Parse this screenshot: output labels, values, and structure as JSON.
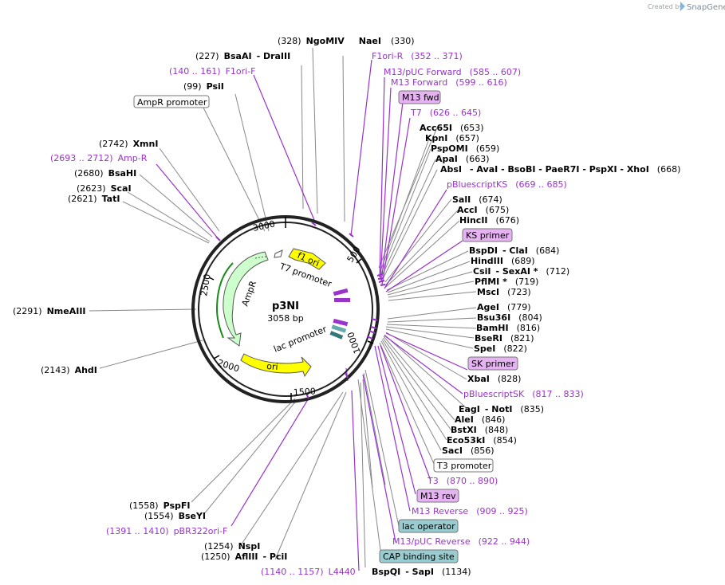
{
  "credit": {
    "prefix": "Created by",
    "brand": "SnapGene"
  },
  "plasmid": {
    "name": "p3NI",
    "size": "3058 bp"
  },
  "ticks": [
    {
      "label": "500"
    },
    {
      "label": "1000"
    },
    {
      "label": "1500"
    },
    {
      "label": "2000"
    },
    {
      "label": "2500"
    },
    {
      "label": "3000"
    }
  ],
  "inner_features": [
    {
      "label": "f1 ori"
    },
    {
      "label": "T7 promoter"
    },
    {
      "label": "AmpR"
    },
    {
      "label": "lac promoter"
    },
    {
      "label": "ori"
    }
  ],
  "labels": [
    {
      "pos": "(328)",
      "name": "NgoMIV",
      "extra": "NaeI",
      "extra_pos": "(330)"
    },
    {
      "pos": "(227)",
      "name": "BsaAI",
      "extra": "- DraIII"
    },
    {
      "range": "(140 .. 161)",
      "name": "F1ori-F"
    },
    {
      "pos": "(99)",
      "name": "PsiI"
    },
    {
      "name": "AmpR promoter"
    },
    {
      "pos": "(2742)",
      "name": "XmnI"
    },
    {
      "range": "(2693 .. 2712)",
      "name": "Amp-R"
    },
    {
      "pos": "(2680)",
      "name": "BsaHI"
    },
    {
      "pos": "(2623)",
      "name": "ScaI"
    },
    {
      "pos": "(2621)",
      "name": "TatI"
    },
    {
      "pos": "(2291)",
      "name": "NmeAIII"
    },
    {
      "pos": "(2143)",
      "name": "AhdI"
    },
    {
      "pos": "(1558)",
      "name": "PspFI"
    },
    {
      "pos": "(1554)",
      "name": "BseYI"
    },
    {
      "range": "(1391 .. 1410)",
      "name": "pBR322ori-F"
    },
    {
      "pos": "(1254)",
      "name": "NspI"
    },
    {
      "pos": "(1250)",
      "name": "AflIII",
      "extra": "- PciI"
    },
    {
      "range": "(1140 .. 1157)",
      "name": "L4440"
    },
    {
      "name": "F1ori-R",
      "range": "(352 .. 371)"
    },
    {
      "name": "M13/pUC Forward",
      "range": "(585 .. 607)"
    },
    {
      "name": "M13 Forward",
      "range": "(599 .. 616)"
    },
    {
      "name": "M13 fwd"
    },
    {
      "name": "T7",
      "range": "(626 .. 645)"
    },
    {
      "name": "Acc65I",
      "pos": "(653)"
    },
    {
      "name": "KpnI",
      "pos": "(657)"
    },
    {
      "name": "PspOMI",
      "pos": "(659)"
    },
    {
      "name": "ApaI",
      "pos": "(663)"
    },
    {
      "name": "AbsI",
      "extra": "- AvaI - BsoBI - PaeR7I - PspXI - XhoI",
      "pos": "(668)"
    },
    {
      "name": "pBluescriptKS",
      "range": "(669 .. 685)"
    },
    {
      "name": "SalI",
      "pos": "(674)"
    },
    {
      "name": "AccI",
      "pos": "(675)"
    },
    {
      "name": "HincII",
      "pos": "(676)"
    },
    {
      "name": "KS primer"
    },
    {
      "name": "BspDI",
      "extra": "- ClaI",
      "pos": "(684)"
    },
    {
      "name": "HindIII",
      "pos": "(689)"
    },
    {
      "name": "CsiI",
      "extra": "- SexAI *",
      "pos": "(712)"
    },
    {
      "name": "PflMI *",
      "pos": "(719)"
    },
    {
      "name": "MscI",
      "pos": "(723)"
    },
    {
      "name": "AgeI",
      "pos": "(779)"
    },
    {
      "name": "Bsu36I",
      "pos": "(804)"
    },
    {
      "name": "BamHI",
      "pos": "(816)"
    },
    {
      "name": "BseRI",
      "pos": "(821)"
    },
    {
      "name": "SpeI",
      "pos": "(822)"
    },
    {
      "name": "SK primer"
    },
    {
      "name": "XbaI",
      "pos": "(828)"
    },
    {
      "name": "pBluescriptSK",
      "range": "(817 .. 833)"
    },
    {
      "name": "EagI",
      "extra": "- NotI",
      "pos": "(835)"
    },
    {
      "name": "AleI",
      "pos": "(846)"
    },
    {
      "name": "BstXI",
      "pos": "(848)"
    },
    {
      "name": "Eco53kI",
      "pos": "(854)"
    },
    {
      "name": "SacI",
      "pos": "(856)"
    },
    {
      "name": "T3 promoter"
    },
    {
      "name": "T3",
      "range": "(870 .. 890)"
    },
    {
      "name": "M13 rev"
    },
    {
      "name": "M13 Reverse",
      "range": "(909 .. 925)"
    },
    {
      "name": "lac operator"
    },
    {
      "name": "M13/pUC Reverse",
      "range": "(922 .. 944)"
    },
    {
      "name": "CAP binding site"
    },
    {
      "name": "BspQI",
      "extra": "- SapI",
      "pos": "(1134)"
    }
  ],
  "colors": {
    "backbone": "#222222",
    "primer": "#9933cc",
    "feature_yellow": "#ffff00",
    "feature_green": "#ccffcc",
    "primer_box": "#e6b3f2",
    "teal_box": "#99ccd0",
    "leader_gray": "#888888"
  }
}
